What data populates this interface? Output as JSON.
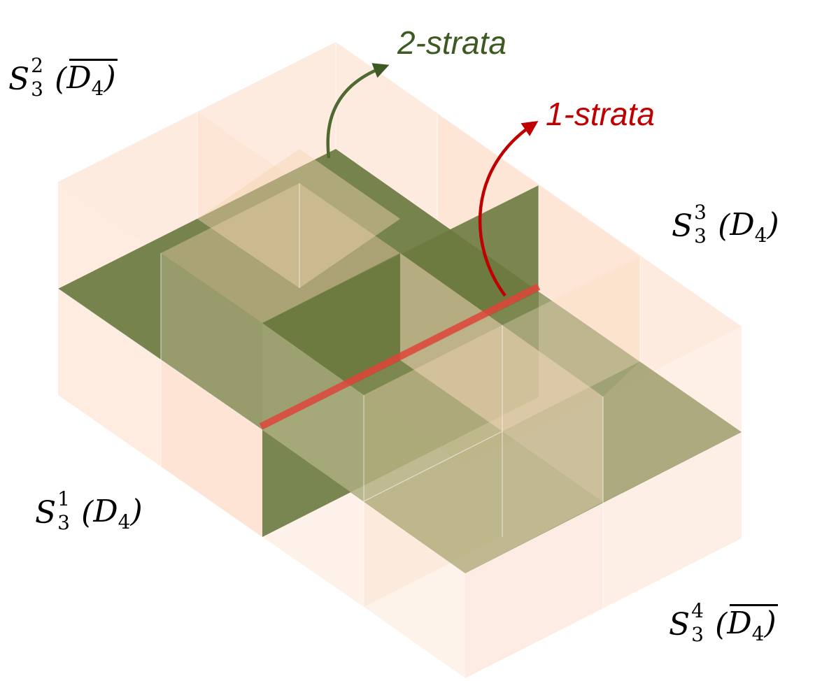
{
  "diagram": {
    "title": "",
    "colors": {
      "cube_fill": "#f9c9a6",
      "cube_top": "#fcd9bf",
      "plane_fill": "#6b7a40",
      "one_strata": "#c00000",
      "two_strata": "#3d5a22",
      "background": "#ffffff"
    },
    "labels": {
      "s1": {
        "base": "S",
        "sup": "1",
        "sub": "3",
        "group": "D",
        "group_sub": "4",
        "conjugate": false
      },
      "s2": {
        "base": "S",
        "sup": "2",
        "sub": "3",
        "group": "D",
        "group_sub": "4",
        "conjugate": true
      },
      "s3": {
        "base": "S",
        "sup": "3",
        "sub": "3",
        "group": "D",
        "group_sub": "4",
        "conjugate": false
      },
      "s4": {
        "base": "S",
        "sup": "4",
        "sub": "3",
        "group": "D",
        "group_sub": "4",
        "conjugate": true
      }
    },
    "annotations": {
      "two_strata": "2-strata",
      "one_strata": "1-strata"
    },
    "paren_open": "(",
    "paren_close": ")"
  }
}
